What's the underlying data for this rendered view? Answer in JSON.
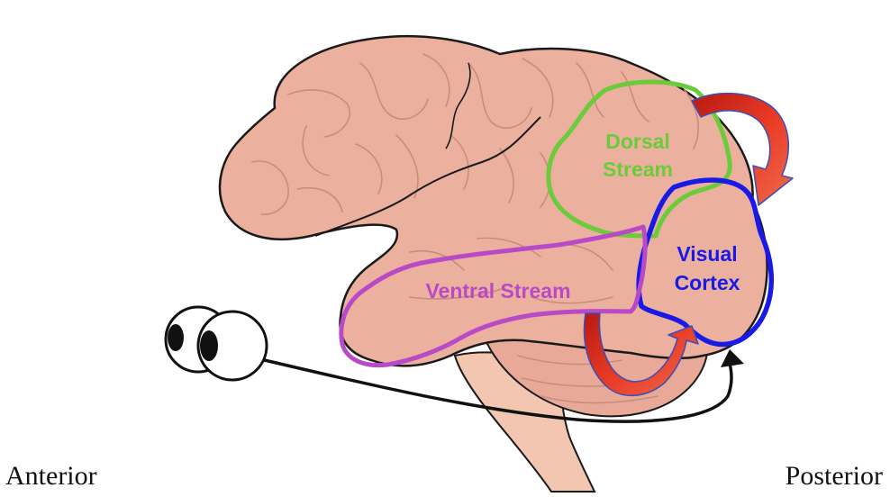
{
  "labels": {
    "dorsal_line1": "Dorsal",
    "dorsal_line2": "Stream",
    "ventral": "Ventral Stream",
    "visual_line1": "Visual",
    "visual_line2": "Cortex",
    "anterior": "Anterior",
    "posterior": "Posterior"
  },
  "colors": {
    "brain_fill": "#EBB09E",
    "brain_outline": "#1a1a1a",
    "gyri_lines": "#C98D7C",
    "brainstem_fill": "#F3C6B2",
    "dorsal": "#6CCB3A",
    "ventral": "#B94AC7",
    "visual_cortex": "#1A1AE6",
    "arrow_red": "#E0281C",
    "arrow_edge": "#3A4FB8",
    "optic_path": "#111111"
  },
  "icons": [
    "eyes-icon",
    "curved-red-arrow-icon",
    "black-arrowhead-icon"
  ]
}
